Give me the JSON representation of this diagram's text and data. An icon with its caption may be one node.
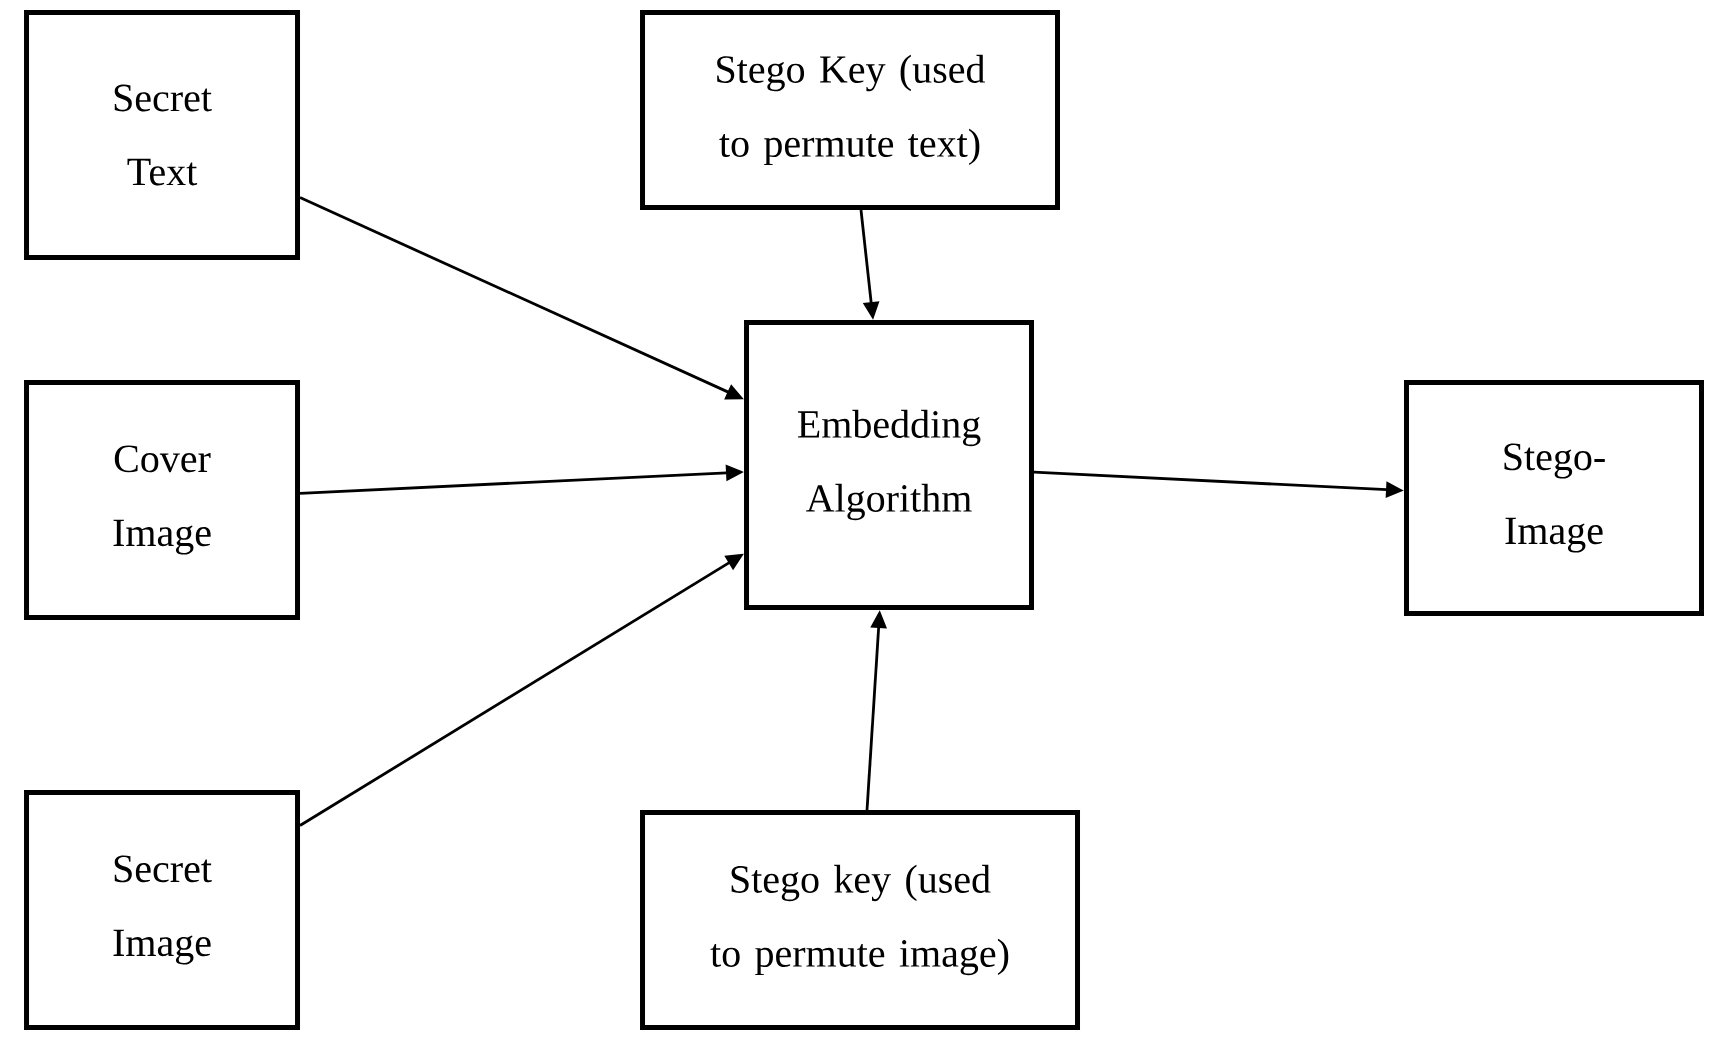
{
  "diagram": {
    "nodes": [
      {
        "text": [
          "Secret Text"
        ]
      },
      {
        "text": [
          "Stego Key (used to permute text)"
        ]
      },
      {
        "text": [
          "Cover Image"
        ]
      },
      {
        "text": [
          "Embedding Algorithm"
        ]
      },
      {
        "text": [
          "Stego-Image"
        ]
      },
      {
        "text": [
          "Secret Image"
        ]
      },
      {
        "text": [
          "Stego key (used to permute image)"
        ]
      }
    ],
    "edges": [
      {
        "from": 0,
        "to": 3,
        "arrow": "to"
      },
      {
        "from": 1,
        "to": 3,
        "arrow": "to"
      },
      {
        "from": 2,
        "to": 3,
        "arrow": "to"
      },
      {
        "from": 5,
        "to": 3,
        "arrow": "to"
      },
      {
        "from": 6,
        "to": 3,
        "arrow": "to"
      },
      {
        "from": 3,
        "to": 4,
        "arrow": "to"
      }
    ]
  }
}
